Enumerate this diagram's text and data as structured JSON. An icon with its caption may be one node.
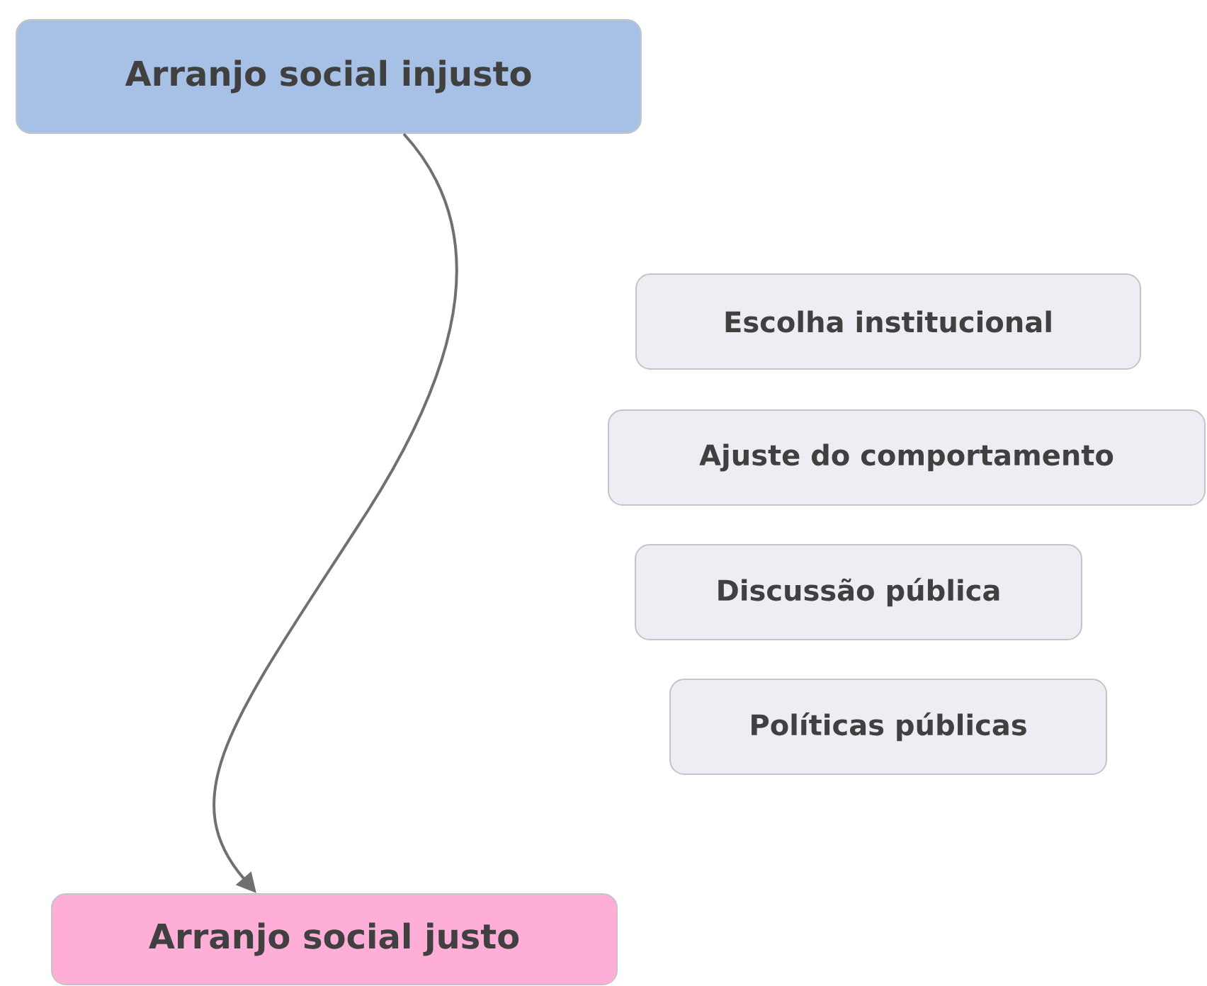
{
  "diagram": {
    "nodes": [
      {
        "text": [
          "Arranjo social injusto"
        ]
      },
      {
        "text": [
          "Escolha institucional"
        ]
      },
      {
        "text": [
          "Ajuste do comportamento"
        ]
      },
      {
        "text": [
          "Discussão pública"
        ]
      },
      {
        "text": [
          "Políticas públicas"
        ]
      },
      {
        "text": [
          "Arranjo social justo"
        ]
      }
    ],
    "edges": [
      {
        "from": 0,
        "to": 5,
        "arrow": "to"
      }
    ]
  }
}
